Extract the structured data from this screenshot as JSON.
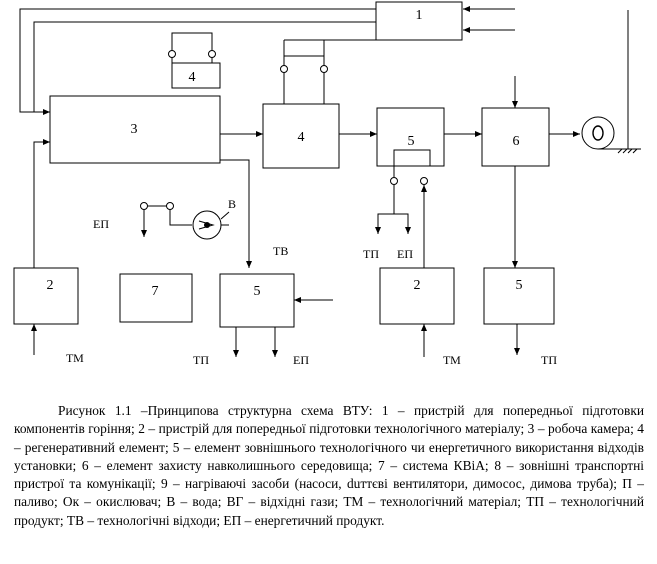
{
  "diagram": {
    "blocks": [
      {
        "id": "b1",
        "label": "1"
      },
      {
        "id": "b3",
        "label": "3"
      },
      {
        "id": "b4_top",
        "label": "4"
      },
      {
        "id": "b4",
        "label": "4"
      },
      {
        "id": "b5_mid",
        "label": "5"
      },
      {
        "id": "b6",
        "label": "6"
      },
      {
        "id": "b2_left",
        "label": "2"
      },
      {
        "id": "b7",
        "label": "7"
      },
      {
        "id": "b5_bottom",
        "label": "5"
      },
      {
        "id": "b2_right",
        "label": "2"
      },
      {
        "id": "b5_right",
        "label": "5"
      }
    ],
    "labels": {
      "ep_left": "ЕП",
      "v": "В",
      "tv": "ТВ",
      "tp_mid": "ТП",
      "ep_mid": "ЕП",
      "tm_left": "ТМ",
      "tp_bottom": "ТП",
      "ep_bottom": "ЕП",
      "tm_right": "ТМ",
      "tp_right": "ТП"
    }
  },
  "caption": "Рисунок 1.1 –Принципова структурна схема ВТУ: 1 – пристрій для попередньої підготовки компонентів горіння; 2 – пристрій для попередньої підготовки технологічного матеріалу; 3 – робоча камера; 4 – регенеративний елемент; 5 – елемент зовнішнього технологічного чи енергетичного використання відходів установки; 6 – елемент захисту навколишнього середовища; 7 – система КВіА; 8 – зовнішні транспортні пристрої та комунікації; 9 – нагріваючі засоби (насоси, duттєві вентилятори, димосос, димова труба); П – паливо; Ок – окислювач; В – вода; ВГ – відхідні гази; ТМ – технологічний матеріал; ТП – технологічний продукт; ТВ – технологічні відходи; ЕП – енергетичний продукт."
}
